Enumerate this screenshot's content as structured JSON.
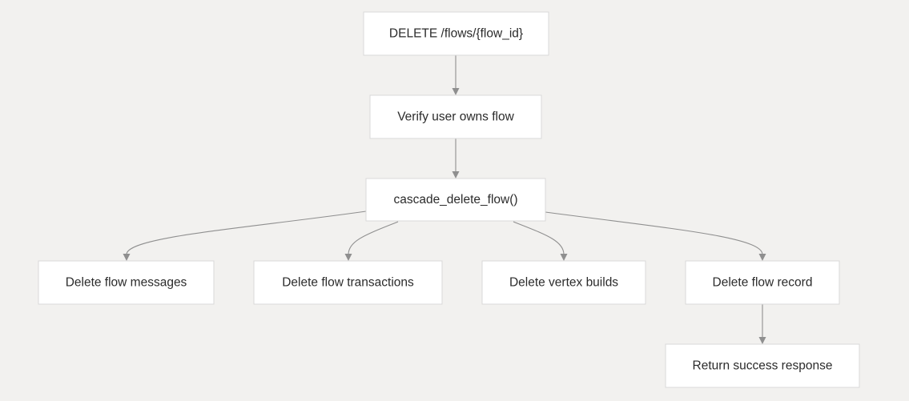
{
  "diagram": {
    "nodes": [
      {
        "id": "n1",
        "label": "DELETE /flows/{flow_id}"
      },
      {
        "id": "n2",
        "label": "Verify user owns flow"
      },
      {
        "id": "n3",
        "label": "cascade_delete_flow()"
      },
      {
        "id": "n4",
        "label": "Delete flow messages"
      },
      {
        "id": "n5",
        "label": "Delete flow transactions"
      },
      {
        "id": "n6",
        "label": "Delete vertex builds"
      },
      {
        "id": "n7",
        "label": "Delete flow record"
      },
      {
        "id": "n8",
        "label": "Return success response"
      }
    ],
    "edges": [
      {
        "from": "n1",
        "to": "n2"
      },
      {
        "from": "n2",
        "to": "n3"
      },
      {
        "from": "n3",
        "to": "n4"
      },
      {
        "from": "n3",
        "to": "n5"
      },
      {
        "from": "n3",
        "to": "n6"
      },
      {
        "from": "n3",
        "to": "n7"
      },
      {
        "from": "n7",
        "to": "n8"
      }
    ],
    "colors": {
      "background": "#f2f1ef",
      "node_fill": "#ffffff",
      "node_border": "#d9d9d9",
      "edge": "#8f8f8f",
      "text": "#2b2b2b"
    }
  }
}
